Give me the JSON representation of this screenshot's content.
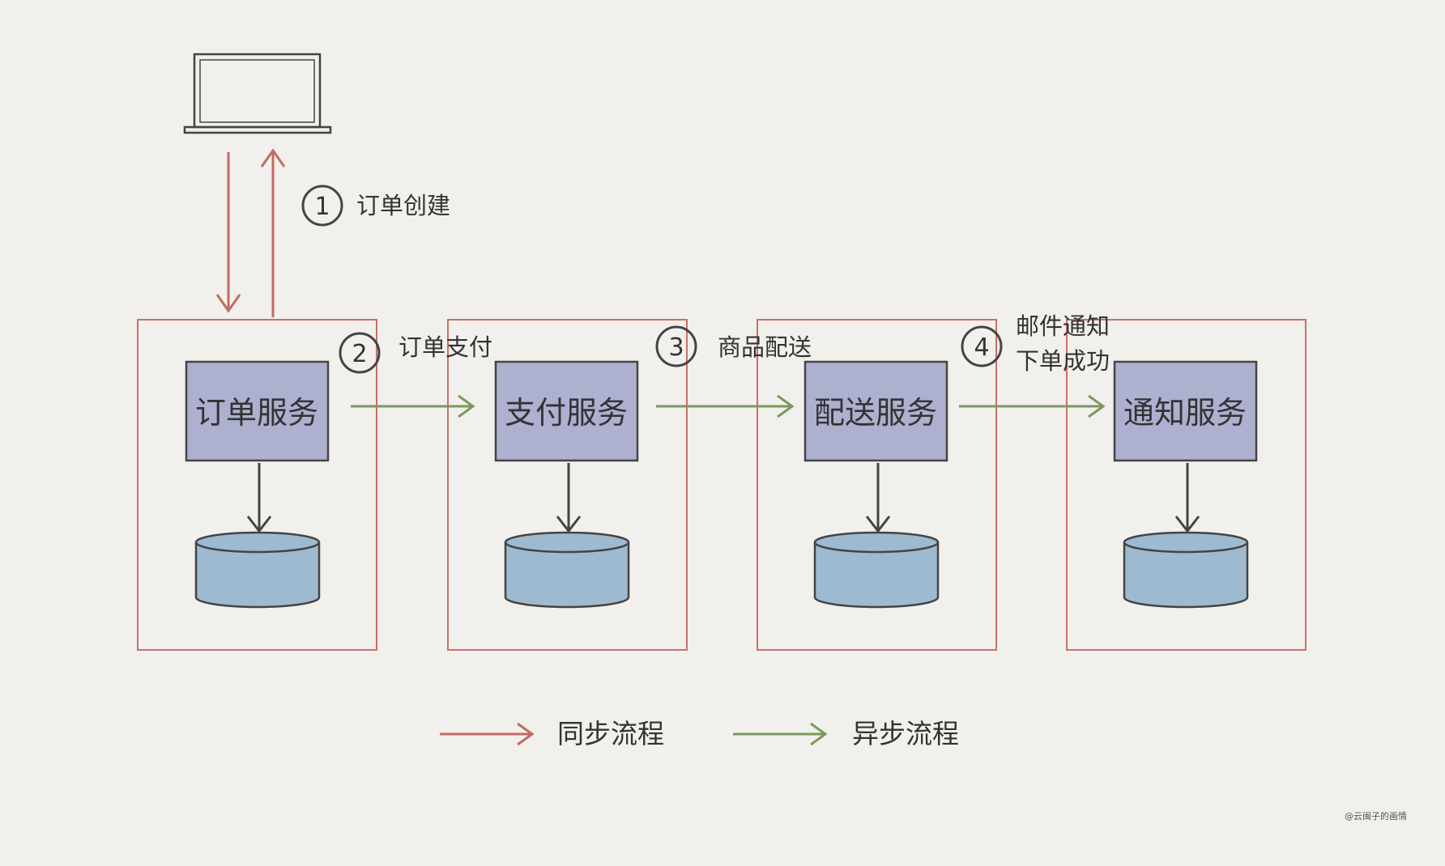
{
  "colors": {
    "background": "#f1f0ec",
    "container_border": "#c9706a",
    "service_fill": "#aeb0d0",
    "db_fill": "#9ebad0",
    "sync_arrow": "#c46a64",
    "async_arrow": "#7a9a5c",
    "stroke": "#444444"
  },
  "client": {
    "icon": "laptop-icon"
  },
  "services": [
    {
      "label": "订单服务"
    },
    {
      "label": "支付服务"
    },
    {
      "label": "配送服务"
    },
    {
      "label": "通知服务"
    }
  ],
  "steps": [
    {
      "number": "1",
      "lines": [
        "订单创建"
      ]
    },
    {
      "number": "2",
      "lines": [
        "订单支付"
      ]
    },
    {
      "number": "3",
      "lines": [
        "商品配送"
      ]
    },
    {
      "number": "4",
      "lines": [
        "邮件通知",
        "下单成功"
      ]
    }
  ],
  "legend": {
    "sync_label": "同步流程",
    "async_label": "异步流程"
  },
  "watermark": "@云闽子的画情"
}
